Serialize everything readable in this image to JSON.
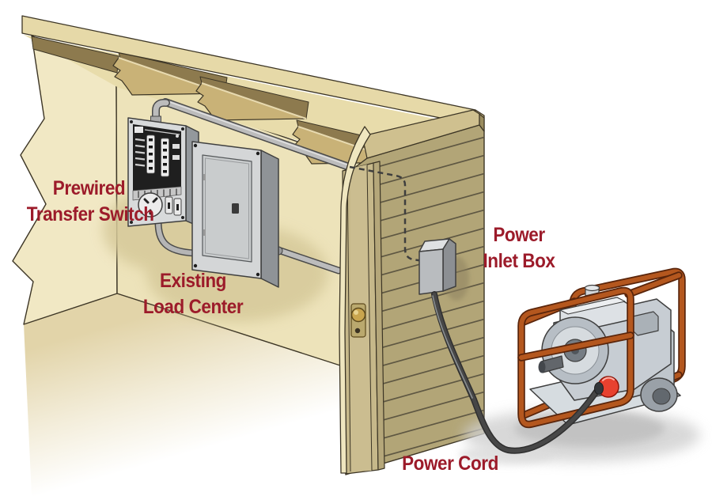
{
  "scene": {
    "description": "Cutaway illustration of a garage: portable generator outside connects via power cord to a power inlet box, wired through the wall to a prewired transfer switch next to the existing load center",
    "components": [
      "prewired-transfer-switch",
      "existing-load-center",
      "power-inlet-box",
      "power-cord",
      "portable-generator",
      "conduit",
      "ceiling-joists",
      "side-door",
      "siding-wall"
    ]
  },
  "labels": {
    "transfer_switch": {
      "line1": "Prewired",
      "line2": "Transfer Switch"
    },
    "load_center": {
      "line1": "Existing",
      "line2": "Load Center"
    },
    "inlet_box": {
      "line1": "Power",
      "line2": "Inlet Box"
    },
    "power_cord": {
      "line1": "Power Cord"
    }
  },
  "colors": {
    "label_text": "#9c1b2a",
    "background": "#ffffff",
    "interior_wall": "#ede3ba",
    "left_wall": "#f1e8c4",
    "ceiling": "#e8dcab",
    "wood_joist": "#c9b277",
    "joist_shadow": "#8d7a4e",
    "exterior_siding": "#b2a577",
    "siding_line": "#5a5340",
    "door": "#c6b88a",
    "doorknob_gold": "#c9a54e",
    "metal_box_face": "#d4d6d7",
    "metal_box_side": "#8f9397",
    "conduit_gray": "#bcbcbc",
    "generator_body": "#c7cdd3",
    "generator_frame": "#b4571e",
    "outlet_red": "#e8412f",
    "power_cord_gray": "#474747"
  }
}
